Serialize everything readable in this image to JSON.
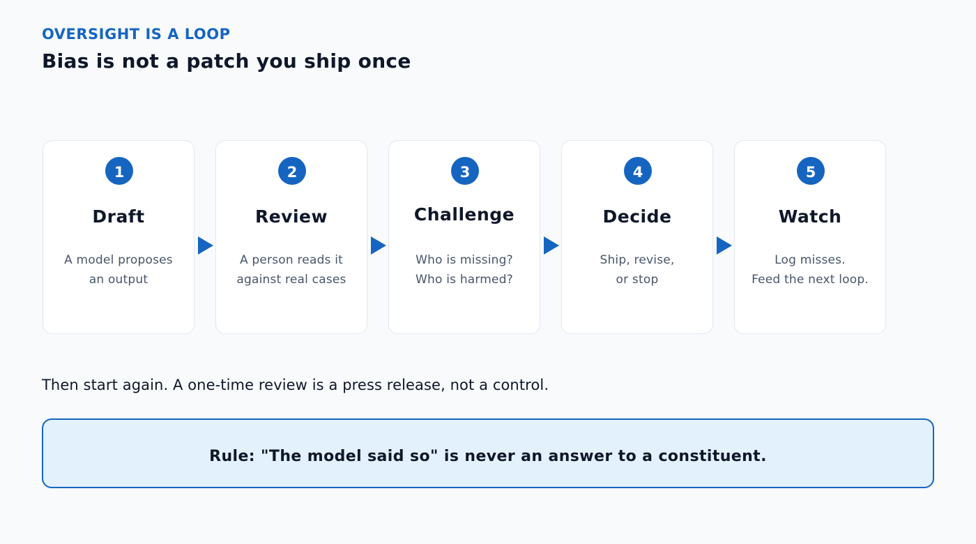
{
  "header": {
    "eyebrow": "OVERSIGHT IS A LOOP",
    "title": "Bias is not a patch you ship once"
  },
  "steps": [
    {
      "number": "1",
      "title": "Draft",
      "lines": [
        "A model proposes",
        "an output"
      ]
    },
    {
      "number": "2",
      "title": "Review",
      "lines": [
        "A person reads it",
        "against real cases"
      ]
    },
    {
      "number": "3",
      "title": "Challenge",
      "lines": [
        "Who is missing?",
        "Who is harmed?"
      ]
    },
    {
      "number": "4",
      "title": "Decide",
      "lines": [
        "Ship, revise,",
        "or stop"
      ]
    },
    {
      "number": "5",
      "title": "Watch",
      "lines": [
        "Log misses.",
        "Feed the next loop."
      ]
    }
  ],
  "tagline": "Then start again. A one-time review is a press release, not a control.",
  "rule": "Rule: \"The model said so\" is never an answer to a constituent.",
  "colors": {
    "accent": "#1565c0",
    "background": "#f8fafc",
    "rule_background": "#e3f1fc"
  }
}
